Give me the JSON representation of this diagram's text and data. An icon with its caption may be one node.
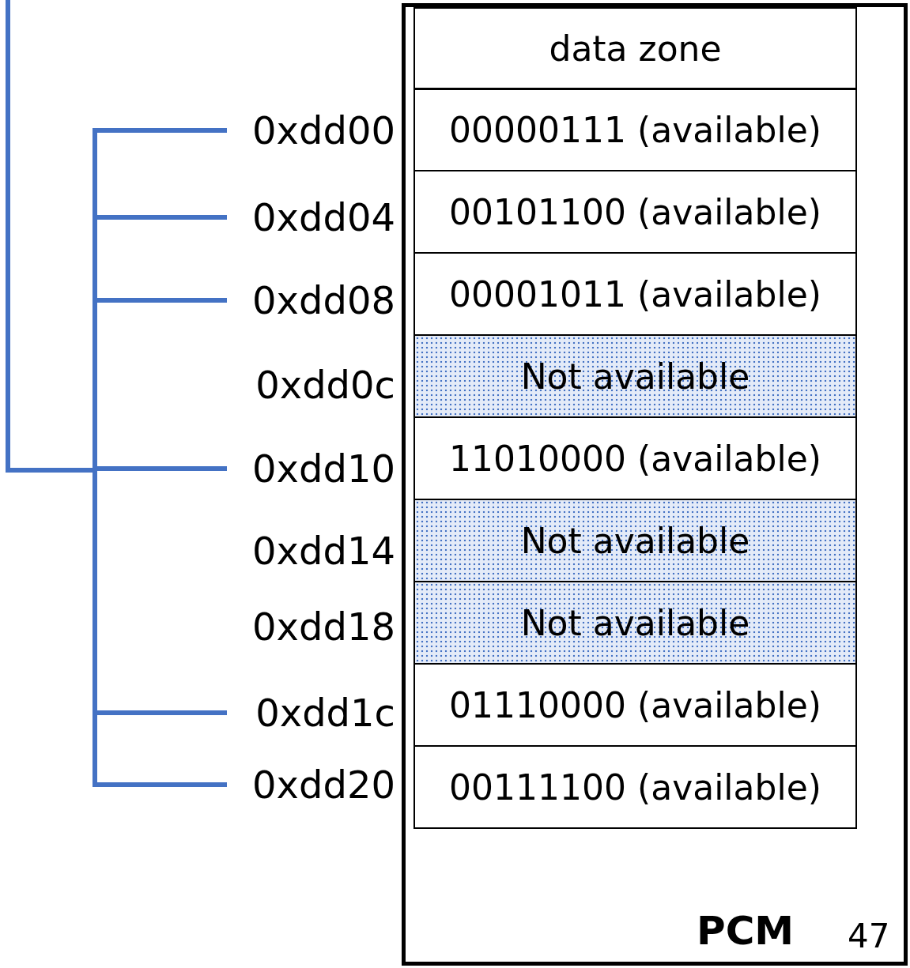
{
  "diagram": {
    "nodes": [
      {
        "text": [
          "PCM"
        ]
      },
      {
        "text": [
          "data zone"
        ],
        "in": 0
      },
      {
        "text": [
          "00000111 (available)"
        ],
        "in": 0
      },
      {
        "text": [
          "00101100 (available)"
        ],
        "in": 0
      },
      {
        "text": [
          "00001011 (available)"
        ],
        "in": 0
      },
      {
        "text": [
          "Not available"
        ],
        "in": 0
      },
      {
        "text": [
          "11010000 (available)"
        ],
        "in": 0
      },
      {
        "text": [
          "Not available"
        ],
        "in": 0
      },
      {
        "text": [
          "Not available"
        ],
        "in": 0
      },
      {
        "text": [
          "01110000 (available)"
        ],
        "in": 0
      },
      {
        "text": [
          "00111100 (available)"
        ],
        "in": 0
      },
      {
        "text": [
          "0xdd00"
        ]
      },
      {
        "text": [
          "0xdd04"
        ]
      },
      {
        "text": [
          "0xdd08"
        ]
      },
      {
        "text": [
          "0xdd0c"
        ]
      },
      {
        "text": [
          "0xdd10"
        ]
      },
      {
        "text": [
          "0xdd14"
        ]
      },
      {
        "text": [
          "0xdd18"
        ]
      },
      {
        "text": [
          "0xdd1c"
        ]
      },
      {
        "text": [
          "0xdd20"
        ]
      }
    ],
    "edges": [
      {
        "from": null,
        "to": 11,
        "arrow": "none"
      },
      {
        "from": null,
        "to": 12,
        "arrow": "none"
      },
      {
        "from": null,
        "to": 13,
        "arrow": "none"
      },
      {
        "from": null,
        "to": 15,
        "arrow": "none"
      },
      {
        "from": null,
        "to": 18,
        "arrow": "none"
      },
      {
        "from": null,
        "to": 19,
        "arrow": "none"
      }
    ],
    "labels": [
      "47"
    ]
  }
}
